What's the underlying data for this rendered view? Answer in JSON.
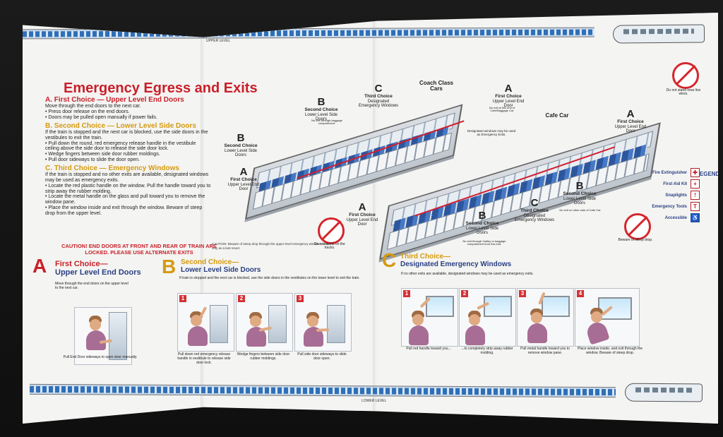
{
  "header": {
    "title": "Emergency Egress and Exits",
    "coach_class_cars": "Coach Class Cars",
    "cafe_car": "Cafe Car",
    "upper_level": "UPPER LEVEL",
    "lower_level": "LOWER LEVEL"
  },
  "overview": {
    "first_choice_heading": "A. First Choice — Upper Level End Doors",
    "first_choice_intro": "Move through the end doors to the next car.",
    "first_choice_bullets": [
      "Press door release on the end doors.",
      "Doors may be pulled open manually if power fails."
    ],
    "second_choice_heading": "B. Second Choice — Lower Level Side Doors",
    "second_choice_intro": "If the train is stopped and the next car is blocked, use the side doors in the vestibules to exit the train.",
    "second_choice_bullets": [
      "Pull down the round, red emergency release handle in the vestibule ceiling above the side door to release the side door lock.",
      "Wedge fingers between side door rubber moldings.",
      "Pull door sideways to slide the door open."
    ],
    "third_choice_heading": "C. Third Choice — Emergency Windows",
    "third_choice_intro": "If the train is stopped and no other exits are available, designated windows may be used as emergency exits.",
    "third_choice_bullets": [
      "Locate the red plastic handle on the window. Pull the handle toward you to strip away the rubber molding.",
      "Locate the metal handle on the glass and pull toward you to remove the window pane.",
      "Place the window inside and exit through the window. Beware of steep drop from the upper level."
    ],
    "caution": "CAUTION! END DOORS AT FRONT AND REAR OF TRAIN ARE LOCKED. PLEASE USE ALTERNATE EXITS"
  },
  "diagram": {
    "A_label": "A",
    "B_label": "B",
    "C_label": "C",
    "first_choice": "First Choice",
    "upper_level_end_door": "Upper Level End Door",
    "second_choice": "Second Choice",
    "lower_level_side_doors": "Lower Level Side Doors",
    "third_choice": "Third Choice",
    "designated_emergency_windows": "Designated Emergency Windows",
    "no_exit_this_end": "No exit at this end of Cafe/Baggage Car",
    "designated_windows_note": "Designated windows may be used as Emergency Exits.",
    "no_exit_baggage": "No exit through baggage compartment.",
    "no_exit_other_side": "No exit on other side of Cafe Car.",
    "no_exit_galley": "No exit through Galley or baggage compartment from this end.",
    "steep_drop_caution": "CAUTION: Beware of steep drop through the upper level emergency windows. Use only as a last resort."
  },
  "legend": {
    "title": "LEGEND",
    "items": [
      {
        "label": "Fire Extinguisher",
        "icon": "fire-extinguisher-icon",
        "glyph": "✚"
      },
      {
        "label": "First Aid Kit",
        "icon": "first-aid-icon",
        "glyph": "+"
      },
      {
        "label": "Snaplights",
        "icon": "snaplight-icon",
        "glyph": "!"
      },
      {
        "label": "Emergency Tools",
        "icon": "tool-icon",
        "glyph": "T"
      },
      {
        "label": "Accessible",
        "icon": "accessible-icon",
        "glyph": "♿"
      }
    ]
  },
  "signs": {
    "live_wires": "Do not stand near live wires.",
    "tracks": "Do not stand on the tracks.",
    "steep_drop": "Beware of steep drop."
  },
  "instructions": {
    "first": {
      "letter": "A",
      "heading_line1": "First Choice—",
      "heading_line2": "Upper Level End Doors",
      "body": "Move through the end doors on the upper level to the next car.",
      "caption": "Pull End Door sideways to open door manually."
    },
    "second": {
      "letter": "B",
      "heading_line1": "Second Choice—",
      "heading_line2": "Lower Level Side Doors",
      "body": "If train is stopped and the next car is blocked, use the side doors in the vestibules on the lower level to exit the train.",
      "panels": [
        {
          "num": "1",
          "caption": "Pull down red emergency release handle in vestibule to release side door lock."
        },
        {
          "num": "2",
          "caption": "Wedge fingers between side door rubber moldings."
        },
        {
          "num": "3",
          "caption": "Pull side door sideways to slide door open."
        }
      ]
    },
    "third": {
      "letter": "C",
      "heading_line1": "Third Choice—",
      "heading_line2": "Designated Emergency Windows",
      "body": "If no other exits are available, designated windows may be used as emergency exits.",
      "panels": [
        {
          "num": "1",
          "caption": "Pull red handle toward you..."
        },
        {
          "num": "2",
          "caption": "...to completely strip away rubber molding."
        },
        {
          "num": "3",
          "caption": "Pull metal handle toward you to remove window pane."
        },
        {
          "num": "4",
          "caption": "Place window inside, and exit through the window. Beware of steep drop."
        }
      ]
    }
  }
}
